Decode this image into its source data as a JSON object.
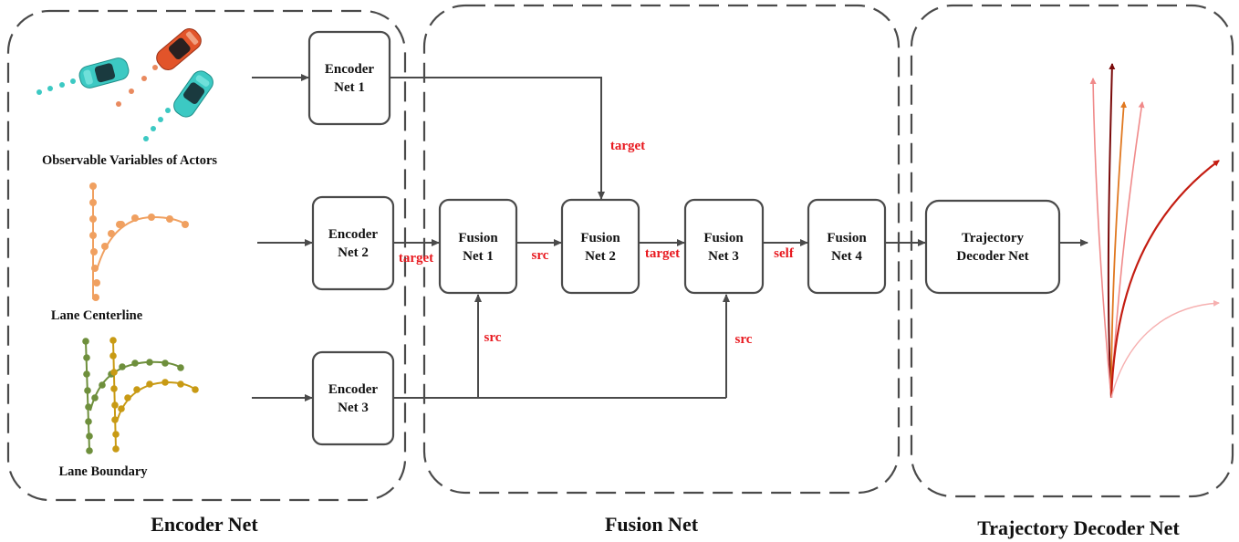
{
  "sections": {
    "encoder": "Encoder Net",
    "fusion": "Fusion Net",
    "decoder": "Trajectory Decoder Net"
  },
  "inputs": {
    "actors": "Observable Variables of Actors",
    "centerline": "Lane Centerline",
    "boundary": "Lane Boundary"
  },
  "boxes": {
    "enc1": [
      "Encoder",
      "Net 1"
    ],
    "enc2": [
      "Encoder",
      "Net 2"
    ],
    "enc3": [
      "Encoder",
      "Net 3"
    ],
    "fus1": [
      "Fusion",
      "Net 1"
    ],
    "fus2": [
      "Fusion",
      "Net 2"
    ],
    "fus3": [
      "Fusion",
      "Net 3"
    ],
    "fus4": [
      "Fusion",
      "Net 4"
    ],
    "dec": [
      "Trajectory",
      "Decoder Net"
    ]
  },
  "edges": {
    "target_top": "target",
    "target_enc2": "target",
    "src_12": "src",
    "target_23": "target",
    "self_34": "self",
    "src_up1": "src",
    "src_up3": "src"
  },
  "colors": {
    "edge_label": "#e8191f",
    "frame": "#4a4a4a",
    "car_cyan": "#3cc9c3",
    "car_orange": "#e2542a",
    "lane_centerline": "#f0a060",
    "lane_boundary_green": "#6e8f3c",
    "lane_boundary_gold": "#c89a14"
  }
}
